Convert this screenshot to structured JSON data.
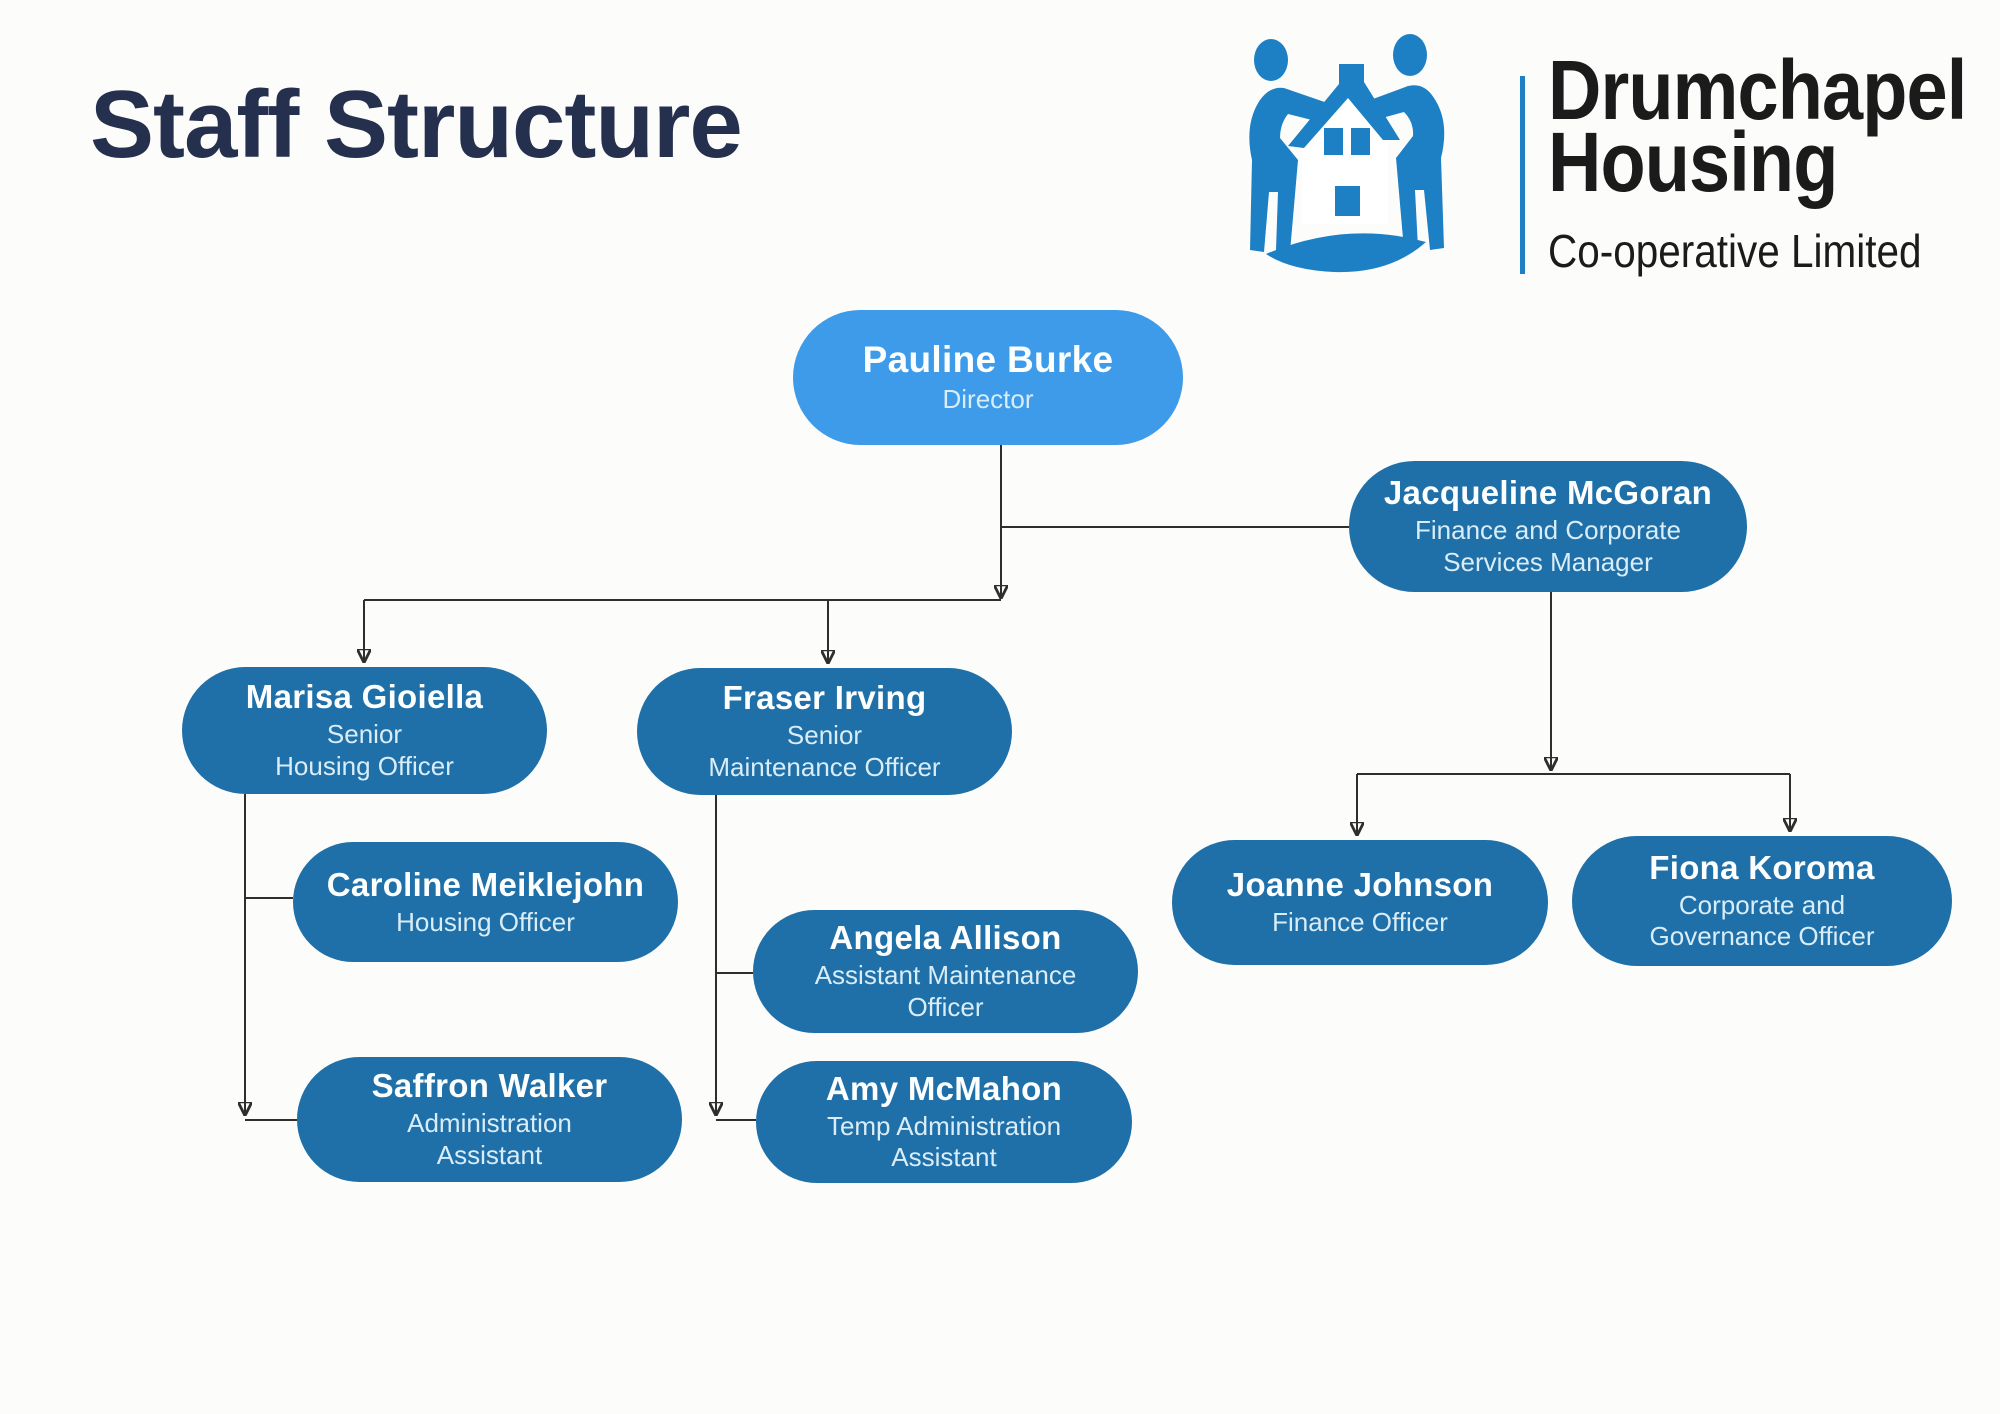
{
  "page": {
    "title": "Staff Structure"
  },
  "logo": {
    "org_name_line1": "Drumchapel",
    "org_name_line2": "Housing",
    "tagline": "Co-operative Limited"
  },
  "colors": {
    "title_navy": "#25304f",
    "node_blue": "#1f6fa8",
    "node_light_blue": "#3d9be9",
    "logo_blue": "#1d80c4",
    "connector": "#2e2e2e",
    "role_text": "#d9edf8"
  },
  "org": {
    "nodes": [
      {
        "id": "pauline",
        "name": "Pauline Burke",
        "role_lines": [
          "Director"
        ]
      },
      {
        "id": "jacqueline",
        "name": "Jacqueline McGoran",
        "role_lines": [
          "Finance and Corporate",
          "Services Manager"
        ]
      },
      {
        "id": "marisa",
        "name": "Marisa Gioiella",
        "role_lines": [
          "Senior",
          "Housing Officer"
        ]
      },
      {
        "id": "fraser",
        "name": "Fraser Irving",
        "role_lines": [
          "Senior",
          "Maintenance Officer"
        ]
      },
      {
        "id": "caroline",
        "name": "Caroline Meiklejohn",
        "role_lines": [
          "Housing Officer"
        ]
      },
      {
        "id": "saffron",
        "name": "Saffron Walker",
        "role_lines": [
          "Administration",
          "Assistant"
        ]
      },
      {
        "id": "angela",
        "name": "Angela Allison",
        "role_lines": [
          "Assistant Maintenance",
          "Officer"
        ]
      },
      {
        "id": "amy",
        "name": "Amy McMahon",
        "role_lines": [
          "Temp Administration",
          "Assistant"
        ]
      },
      {
        "id": "joanne",
        "name": "Joanne Johnson",
        "role_lines": [
          "Finance Officer"
        ]
      },
      {
        "id": "fiona",
        "name": "Fiona Koroma",
        "role_lines": [
          "Corporate and",
          "Governance Officer"
        ]
      }
    ],
    "edges": [
      {
        "from": "Pauline Burke",
        "to": "Jacqueline McGoran"
      },
      {
        "from": "Pauline Burke",
        "to": "Marisa Gioiella"
      },
      {
        "from": "Pauline Burke",
        "to": "Fraser Irving"
      },
      {
        "from": "Marisa Gioiella",
        "to": "Caroline Meiklejohn"
      },
      {
        "from": "Marisa Gioiella",
        "to": "Saffron Walker"
      },
      {
        "from": "Fraser Irving",
        "to": "Angela Allison"
      },
      {
        "from": "Fraser Irving",
        "to": "Amy McMahon"
      },
      {
        "from": "Jacqueline McGoran",
        "to": "Joanne Johnson"
      },
      {
        "from": "Jacqueline McGoran",
        "to": "Fiona Koroma"
      }
    ]
  }
}
